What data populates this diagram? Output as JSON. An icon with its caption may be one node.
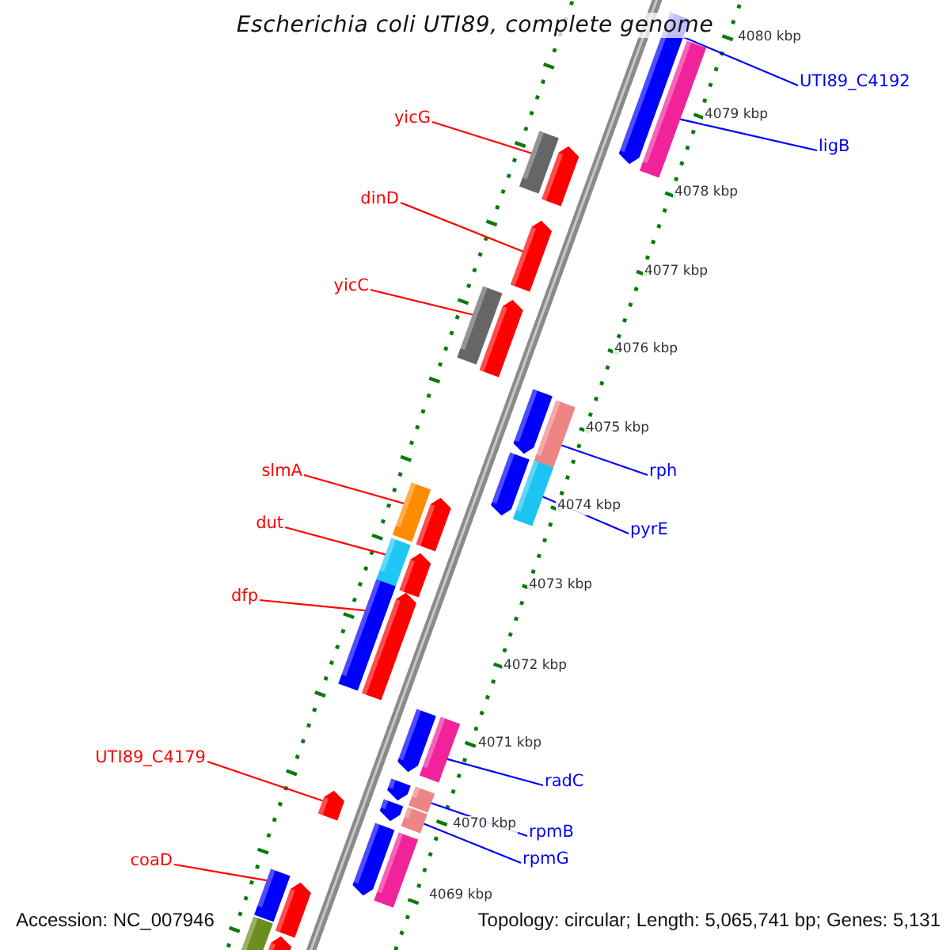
{
  "diagram": {
    "title": "Escherichia coli UTI89, complete genome",
    "nodes": [
      {
        "text": [
          "UTI89_C4192"
        ]
      },
      {
        "text": [
          "yicG"
        ]
      },
      {
        "text": [
          "ligB"
        ]
      },
      {
        "text": [
          "dinD"
        ]
      },
      {
        "text": [
          "yicC"
        ]
      },
      {
        "text": [
          "slmA"
        ]
      },
      {
        "text": [
          "rph"
        ]
      },
      {
        "text": [
          "dut"
        ]
      },
      {
        "text": [
          "pyrE"
        ]
      },
      {
        "text": [
          "dfp"
        ]
      },
      {
        "text": [
          "UTI89_C4179"
        ]
      },
      {
        "text": [
          "radC"
        ]
      },
      {
        "text": [
          "rpmB"
        ]
      },
      {
        "text": [
          "rpmG"
        ]
      },
      {
        "text": [
          "coaD"
        ]
      },
      {
        "text": [],
        "shape": "box"
      },
      {
        "text": [],
        "shape": "box"
      },
      {
        "text": [],
        "shape": "box"
      },
      {
        "text": [],
        "shape": "box"
      },
      {
        "text": [],
        "shape": "box"
      },
      {
        "text": [],
        "shape": "box"
      },
      {
        "text": [],
        "shape": "box"
      },
      {
        "text": [],
        "shape": "box"
      },
      {
        "text": [],
        "shape": "box"
      },
      {
        "text": [],
        "shape": "box"
      },
      {
        "text": [],
        "shape": "box"
      },
      {
        "text": [],
        "shape": "box"
      },
      {
        "text": [],
        "shape": "box"
      },
      {
        "text": [],
        "shape": "box"
      },
      {
        "text": [],
        "shape": "box"
      },
      {
        "text": [],
        "shape": "box"
      },
      {
        "text": [],
        "shape": "box"
      },
      {
        "text": [],
        "shape": "box"
      },
      {
        "text": [],
        "shape": "box"
      },
      {
        "text": [],
        "shape": "box"
      },
      {
        "text": [],
        "shape": "box"
      },
      {
        "text": [],
        "shape": "box"
      },
      {
        "text": [],
        "shape": "box"
      },
      {
        "text": [],
        "shape": "box"
      },
      {
        "text": [],
        "shape": "box"
      },
      {
        "text": [],
        "shape": "box"
      },
      {
        "text": [],
        "shape": "box"
      },
      {
        "text": [],
        "shape": "box"
      },
      {
        "text": [],
        "shape": "box"
      },
      {
        "text": [],
        "shape": "box"
      }
    ],
    "edges": [
      {
        "from": 0,
        "to": 15,
        "arrow": "none",
        "color": "#0000ff"
      },
      {
        "from": 1,
        "to": 17,
        "arrow": "none"
      },
      {
        "from": 2,
        "to": 16,
        "arrow": "none",
        "color": "#0000ff"
      },
      {
        "from": 3,
        "to": 19,
        "arrow": "none"
      },
      {
        "from": 4,
        "to": 20,
        "arrow": "none"
      },
      {
        "from": 5,
        "to": 26,
        "arrow": "none"
      },
      {
        "from": 6,
        "to": 23,
        "arrow": "none",
        "color": "#0000ff"
      },
      {
        "from": 7,
        "to": 28,
        "arrow": "none"
      },
      {
        "from": 8,
        "to": 25,
        "arrow": "none",
        "color": "#0000ff"
      },
      {
        "from": 9,
        "to": 30,
        "arrow": "none"
      },
      {
        "from": 10,
        "to": 36,
        "arrow": "none"
      },
      {
        "from": 11,
        "to": 33,
        "arrow": "none",
        "color": "#0000ff"
      },
      {
        "from": 12,
        "to": 35,
        "arrow": "none",
        "color": "#0000ff"
      },
      {
        "from": 13,
        "to": 38,
        "arrow": "none",
        "color": "#0000ff"
      },
      {
        "from": 14,
        "to": 41,
        "arrow": "none"
      }
    ],
    "labels": [
      "4080 kbp",
      "4079 kbp",
      "4078 kbp",
      "4077 kbp",
      "4076 kbp",
      "4075 kbp",
      "4074 kbp",
      "4073 kbp",
      "4072 kbp",
      "4071 kbp",
      "4070 kbp",
      "4069 kbp",
      "Accession: NC_007946",
      "Topology: circular; Length: 5,065,741 bp; Genes: 5,131"
    ]
  }
}
